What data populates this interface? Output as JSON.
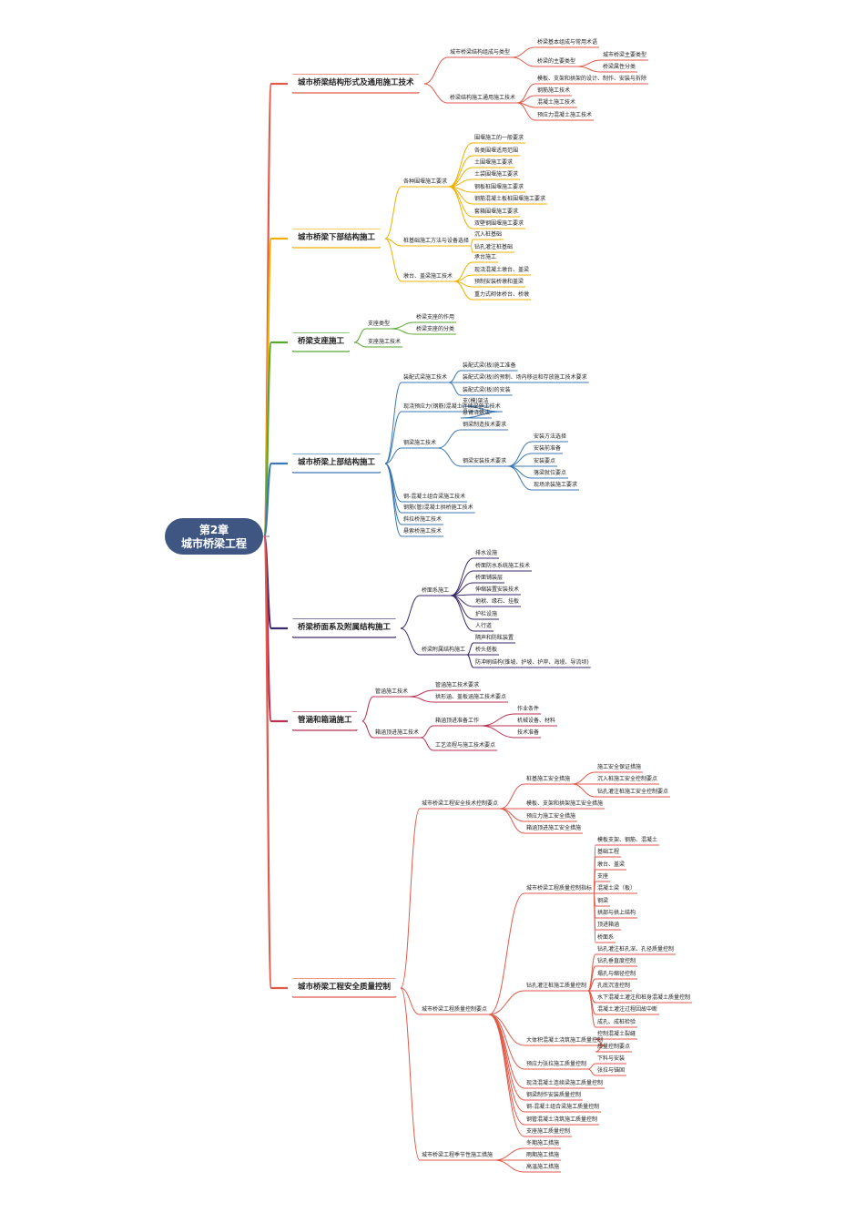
{
  "diagram": {
    "root": {
      "line1": "第2章",
      "line2": "城市桥梁工程"
    },
    "branches": [
      {
        "label": "城市桥梁结构形式及通用施工技术",
        "color": "#e05a4a",
        "children": [
          {
            "label": "城市桥梁结构组成与类型",
            "children": [
              {
                "label": "桥梁基本组成与常用术语"
              },
              {
                "label": "桥梁的主要类型",
                "children": [
                  {
                    "label": "城市桥梁主要类型"
                  },
                  {
                    "label": "桥梁属性分类"
                  }
                ]
              }
            ]
          },
          {
            "label": "桥梁结构施工通用施工技术",
            "children": [
              {
                "label": "模板、支架和拱架的设计、制作、安装与拆除"
              },
              {
                "label": "钢筋施工技术"
              },
              {
                "label": "混凝土施工技术"
              },
              {
                "label": "预应力混凝土施工技术"
              }
            ]
          }
        ]
      },
      {
        "label": "城市桥梁下部结构施工",
        "color": "#f0b000",
        "children": [
          {
            "label": "各种围堰施工要求",
            "children": [
              {
                "label": "围堰施工的一般要求"
              },
              {
                "label": "各类围堰适用范围"
              },
              {
                "label": "土围堰施工要求"
              },
              {
                "label": "土袋围堰施工要求"
              },
              {
                "label": "钢板桩围堰施工要求"
              },
              {
                "label": "钢筋混凝土板桩围堰施工要求"
              },
              {
                "label": "套箱围堰施工要求"
              },
              {
                "label": "双壁钢围堰施工要求"
              }
            ]
          },
          {
            "label": "桩基础施工方法与设备选择",
            "children": [
              {
                "label": "沉入桩基础"
              },
              {
                "label": "钻孔灌注桩基础"
              }
            ]
          },
          {
            "label": "墩台、盖梁施工技术",
            "children": [
              {
                "label": "承台施工"
              },
              {
                "label": "现浇混凝土墩台、盖梁"
              },
              {
                "label": "预制安装桥墩和盖梁"
              },
              {
                "label": "重力式砌体桥台、桥墩"
              }
            ]
          }
        ]
      },
      {
        "label": "桥梁支座施工",
        "color": "#5aa630",
        "children": [
          {
            "label": "支座类型",
            "children": [
              {
                "label": "桥梁支座的作用"
              },
              {
                "label": "桥梁支座的分类"
              }
            ]
          },
          {
            "label": "支座施工技术"
          }
        ]
      },
      {
        "label": "城市桥梁上部结构施工",
        "color": "#3c78b4",
        "children": [
          {
            "label": "装配式梁施工技术",
            "children": [
              {
                "label": "装配式梁(板)施工准备"
              },
              {
                "label": "装配式梁(板)的预制、场内移运和存放施工技术要求"
              },
              {
                "label": "装配式梁(板)的安装"
              }
            ]
          },
          {
            "label": "现浇预应力(钢筋)混凝土连续梁施工技术",
            "children": [
              {
                "label": "支(模)架法"
              },
              {
                "label": "悬臂浇筑法"
              }
            ]
          },
          {
            "label": "钢梁施工技术",
            "children": [
              {
                "label": "钢梁制造技术要求"
              },
              {
                "label": "钢梁安装技术要求",
                "children": [
                  {
                    "label": "安装方法选择"
                  },
                  {
                    "label": "安装前准备"
                  },
                  {
                    "label": "安装要点"
                  },
                  {
                    "label": "落梁就位要点"
                  },
                  {
                    "label": "现场涂装施工要求"
                  }
                ]
              }
            ]
          },
          {
            "label": "钢-混凝土组合梁施工技术"
          },
          {
            "label": "钢筋(管)混凝土拱桥施工技术"
          },
          {
            "label": "斜拉桥施工技术"
          },
          {
            "label": "悬索桥施工技术"
          }
        ]
      },
      {
        "label": "桥梁桥面系及附属结构施工",
        "color": "#3b2a6b",
        "children": [
          {
            "label": "桥面系施工",
            "children": [
              {
                "label": "排水设施"
              },
              {
                "label": "桥面防水系统施工技术"
              },
              {
                "label": "桥面铺装层"
              },
              {
                "label": "伸缩装置安装技术"
              },
              {
                "label": "地袱、缘石、挂板"
              },
              {
                "label": "护栏设施"
              },
              {
                "label": "人行道"
              }
            ]
          },
          {
            "label": "桥梁附属结构施工",
            "children": [
              {
                "label": "隔声和防眩装置"
              },
              {
                "label": "桥头搭板"
              },
              {
                "label": "防冲刷结构(锥坡、护坡、护岸、海墁、导流坝)"
              }
            ]
          }
        ]
      },
      {
        "label": "管涵和箱涵施工",
        "color": "#b83050",
        "children": [
          {
            "label": "管涵施工技术",
            "children": [
              {
                "label": "管涵施工技术要求"
              },
              {
                "label": "拱形涵、盖板涵施工技术要点"
              }
            ]
          },
          {
            "label": "箱涵顶进施工技术",
            "children": [
              {
                "label": "箱涵顶进准备工作",
                "children": [
                  {
                    "label": "作业条件"
                  },
                  {
                    "label": "机械设备、材料"
                  },
                  {
                    "label": "技术准备"
                  }
                ]
              },
              {
                "label": "工艺流程与施工技术要点"
              }
            ]
          }
        ]
      },
      {
        "label": "城市桥梁工程安全质量控制",
        "color": "#e05a4a",
        "children": [
          {
            "label": "城市桥梁工程安全技术控制要点",
            "children": [
              {
                "label": "桩基施工安全措施",
                "children": [
                  {
                    "label": "施工安全保证措施"
                  },
                  {
                    "label": "沉入桩施工安全控制要点"
                  },
                  {
                    "label": "钻孔灌注桩施工安全控制要点"
                  }
                ]
              },
              {
                "label": "模板、支架和拱架施工安全措施"
              },
              {
                "label": "预应力施工安全措施"
              },
              {
                "label": "箱涵顶进施工安全措施"
              }
            ]
          },
          {
            "label": "城市桥梁工程质量控制要点",
            "children": [
              {
                "label": "城市桥梁工程质量控制指标",
                "children": [
                  {
                    "label": "模板支架、钢筋、混凝土"
                  },
                  {
                    "label": "基础工程"
                  },
                  {
                    "label": "墩台、盖梁"
                  },
                  {
                    "label": "支座"
                  },
                  {
                    "label": "混凝土梁（板）"
                  },
                  {
                    "label": "钢梁"
                  },
                  {
                    "label": "拱部与拱上结构"
                  },
                  {
                    "label": "顶进箱涵"
                  },
                  {
                    "label": "桥面系"
                  }
                ]
              },
              {
                "label": "钻孔灌注桩施工质量控制",
                "children": [
                  {
                    "label": "钻孔灌注桩孔深、孔径质量控制"
                  },
                  {
                    "label": "钻孔垂直度控制"
                  },
                  {
                    "label": "塌孔与缩径控制"
                  },
                  {
                    "label": "孔底沉渣控制"
                  },
                  {
                    "label": "水下混凝土灌注和桩身混凝土质量控制"
                  },
                  {
                    "label": "混凝土灌注过程因故中断"
                  },
                  {
                    "label": "成孔、成桩检验"
                  }
                ]
              },
              {
                "label": "大体积混凝土浇筑施工质量控制",
                "children": [
                  {
                    "label": "控制混凝土裂缝"
                  },
                  {
                    "label": "质量控制要点"
                  }
                ]
              },
              {
                "label": "预应力张拉施工质量控制",
                "children": [
                  {
                    "label": "下料与安装"
                  },
                  {
                    "label": "张拉与锚固"
                  }
                ]
              },
              {
                "label": "现浇混凝土连续梁施工质量控制"
              },
              {
                "label": "钢梁制作安装质量控制"
              },
              {
                "label": "钢-混凝土组合梁施工质量控制"
              },
              {
                "label": "钢管混凝土浇筑施工质量控制"
              },
              {
                "label": "支座施工质量控制"
              }
            ]
          },
          {
            "label": "城市桥梁工程季节性施工措施",
            "children": [
              {
                "label": "冬期施工措施"
              },
              {
                "label": "雨期施工措施"
              },
              {
                "label": "高温施工措施"
              }
            ]
          }
        ]
      }
    ]
  }
}
